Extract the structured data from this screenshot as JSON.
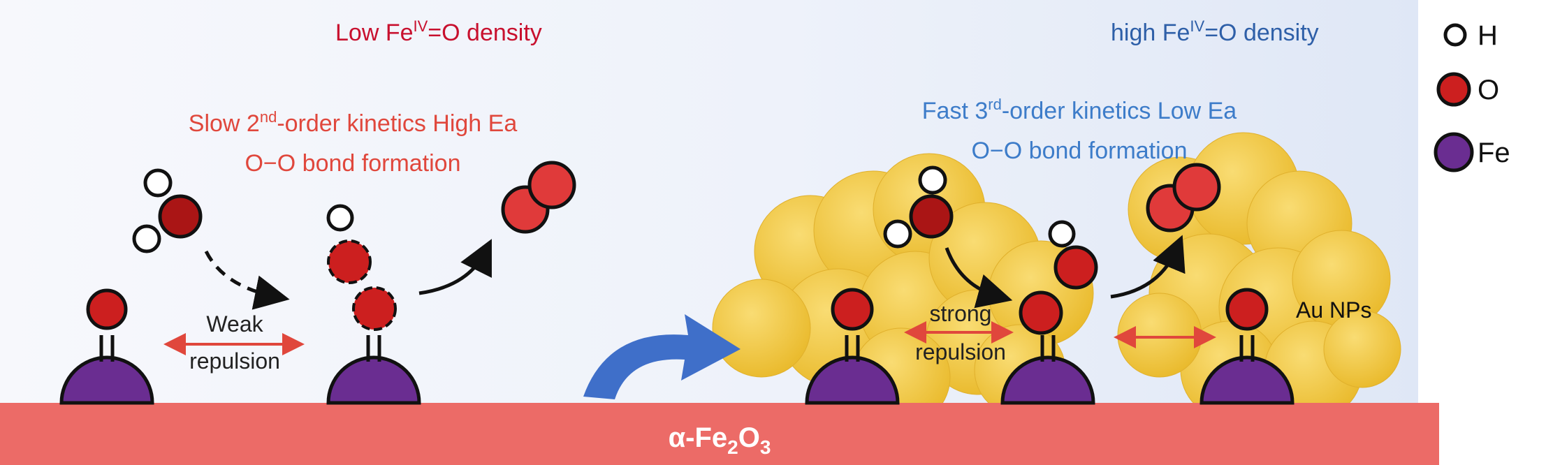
{
  "left_panel": {
    "density_title": {
      "pre": "Low Fe",
      "sup": "IV",
      "post": "=O density"
    },
    "kinetics_line1": {
      "pre": "Slow 2",
      "sup": "nd",
      "post": "-order kinetics  High Ea"
    },
    "kinetics_line2": "O−O bond formation",
    "repulsion_line1": "Weak",
    "repulsion_line2": "repulsion"
  },
  "right_panel": {
    "density_title": {
      "pre": "high Fe",
      "sup": "IV",
      "post": "=O density"
    },
    "kinetics_line1": {
      "pre": "Fast 3",
      "sup": "rd",
      "post": "-order kinetics  Low Ea"
    },
    "kinetics_line2": "O−O bond formation",
    "repulsion_line1": "strong",
    "repulsion_line2": "repulsion",
    "nanoparticle_label": "Au NPs"
  },
  "substrate": {
    "pre": "α-Fe",
    "sub1": "2",
    "mid": "O",
    "sub2": "3"
  },
  "legend": [
    {
      "symbol": "H",
      "label": "H"
    },
    {
      "symbol": "O",
      "label": "O"
    },
    {
      "symbol": "Fe",
      "label": "Fe"
    }
  ],
  "colors": {
    "left_title": "#c8102e",
    "left_kinetics": "#e0473c",
    "right_title": "#2e5fa8",
    "right_kinetics": "#3d7cc9",
    "substrate": "#ec6b67",
    "oxygen": "#cc1f1f",
    "iron": "#6a2d91",
    "gold": "#f2c53d",
    "transition_arrow": "#3f6fc9"
  }
}
